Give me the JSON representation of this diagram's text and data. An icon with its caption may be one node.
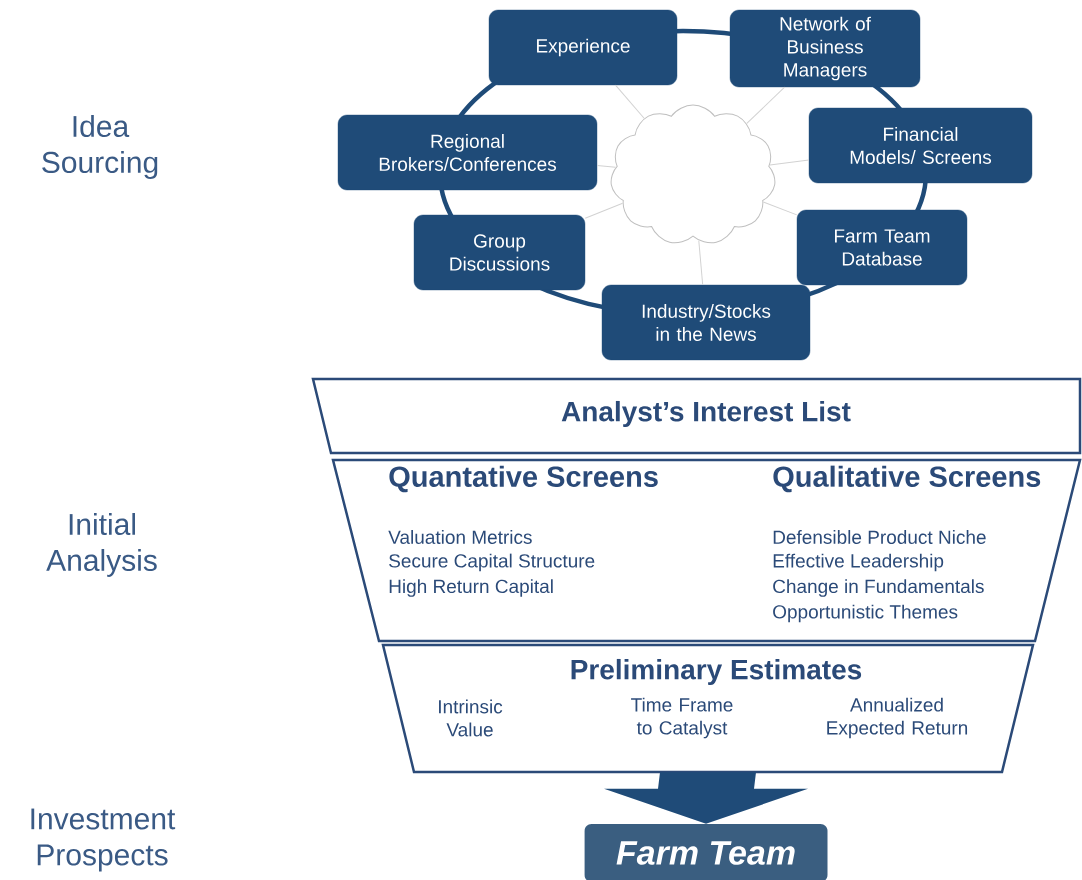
{
  "diagram": {
    "nodes": [
      {
        "text": [],
        "shape": "cloud"
      },
      {
        "text": [
          "Experience"
        ]
      },
      {
        "text": [
          "Network of Business Managers"
        ]
      },
      {
        "text": [
          "Regional Brokers/Conferences"
        ]
      },
      {
        "text": [
          "Financial Models/ Screens"
        ]
      },
      {
        "text": [
          "Group Discussions"
        ]
      },
      {
        "text": [
          "Farm Team Database"
        ]
      },
      {
        "text": [
          "Industry/Stocks in the News"
        ]
      },
      {
        "text": [
          "Analyst’s Interest List"
        ]
      },
      {
        "text": [
          "Quantative Screens",
          "Valuation Metrics",
          "Secure Capital Structure",
          "High Return Capital",
          "Qualitative Screens",
          "Defensible Product Niche",
          "Effective Leadership",
          "Change in Fundamentals",
          "Opportunistic Themes"
        ]
      },
      {
        "text": [
          "Preliminary Estimates",
          "Intrinsic Value",
          "Time Frame to Catalyst",
          "Annualized Expected Return"
        ]
      },
      {
        "text": [
          "Farm Team"
        ]
      }
    ],
    "edges": [
      {
        "from": 0,
        "to": 1,
        "arrow": "none"
      },
      {
        "from": 0,
        "to": 2,
        "arrow": "none"
      },
      {
        "from": 0,
        "to": 3,
        "arrow": "none"
      },
      {
        "from": 0,
        "to": 4,
        "arrow": "none"
      },
      {
        "from": 0,
        "to": 5,
        "arrow": "none"
      },
      {
        "from": 0,
        "to": 6,
        "arrow": "none"
      },
      {
        "from": 0,
        "to": 7,
        "arrow": "none"
      },
      {
        "from": 10,
        "to": 11,
        "arrow": "to",
        "style": "thick",
        "color": "#1f4b78"
      }
    ],
    "labels": [
      "Idea Sourcing",
      "Initial Analysis",
      "Investment Prospects"
    ]
  }
}
